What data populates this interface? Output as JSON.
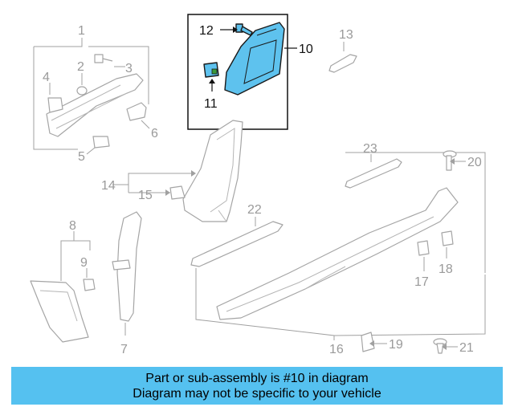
{
  "callouts": {
    "c1": "1",
    "c2": "2",
    "c3": "3",
    "c4": "4",
    "c5": "5",
    "c6": "6",
    "c7": "7",
    "c8": "8",
    "c9": "9",
    "c10": "10",
    "c11": "11",
    "c12": "12",
    "c13": "13",
    "c14": "14",
    "c15": "15",
    "c16": "16",
    "c17": "17",
    "c18": "18",
    "c19": "19",
    "c20": "20",
    "c21": "21",
    "c22": "22",
    "c23": "23"
  },
  "highlight_color": "#5ec2ee",
  "banner": {
    "color": "#55c1f0",
    "line1": "Part or sub-assembly is #10 in diagram",
    "line2": "Diagram may not be specific to your vehicle"
  }
}
